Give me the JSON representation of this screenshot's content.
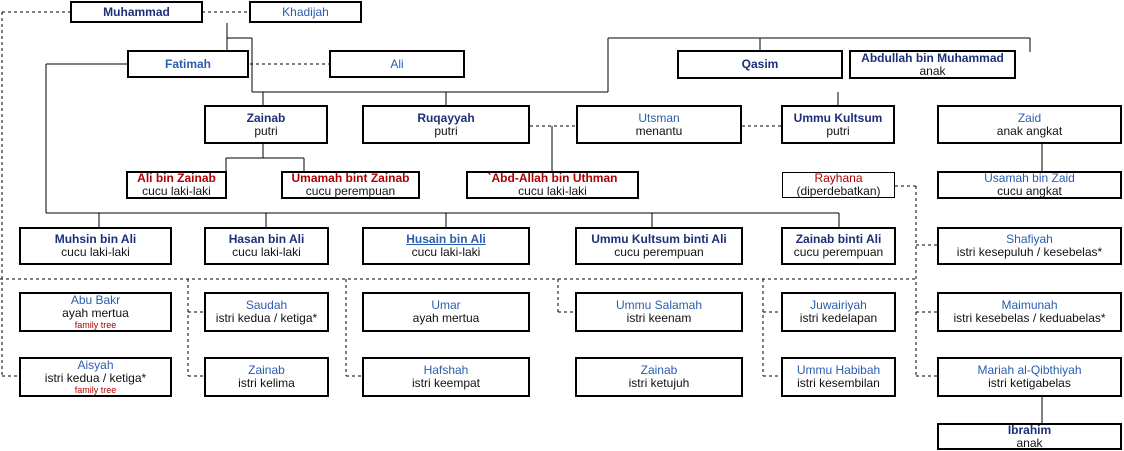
{
  "nodes": {
    "muhammad": {
      "name": "Muhammad"
    },
    "khadijah": {
      "name": "Khadijah"
    },
    "fatimah": {
      "name": "Fatimah"
    },
    "ali": {
      "name": "Ali"
    },
    "qasim": {
      "name": "Qasim"
    },
    "abdullah": {
      "name": "Abdullah bin Muhammad",
      "role": "anak"
    },
    "zainab": {
      "name": "Zainab",
      "role": "putri"
    },
    "ruqayyah": {
      "name": "Ruqayyah",
      "role": "putri"
    },
    "utsman": {
      "name": "Utsman",
      "role": "menantu"
    },
    "ummu_kultsum": {
      "name": "Ummu Kultsum",
      "role": "putri"
    },
    "zaid": {
      "name": "Zaid",
      "role": "anak angkat"
    },
    "ali_bin_zainab": {
      "name": "Ali bin Zainab",
      "role": "cucu laki-laki"
    },
    "umamah": {
      "name": "Umamah bint Zainab",
      "role": "cucu perempuan"
    },
    "abd_allah_uthman": {
      "name": "`Abd-Allah bin Uthman",
      "role": "cucu laki-laki"
    },
    "rayhana": {
      "name": "Rayhana",
      "role": "(diperdebatkan)"
    },
    "usamah": {
      "name": "Usamah bin Zaid",
      "role": "cucu angkat"
    },
    "muhsin": {
      "name": "Muhsin bin Ali",
      "role": "cucu laki-laki"
    },
    "hasan": {
      "name": "Hasan bin Ali",
      "role": "cucu laki-laki"
    },
    "husain": {
      "name": "Husain bin Ali",
      "role": "cucu laki-laki"
    },
    "ummu_kultsum_ali": {
      "name": "Ummu Kultsum binti Ali",
      "role": "cucu perempuan"
    },
    "zainab_ali": {
      "name": "Zainab binti Ali",
      "role": "cucu perempuan"
    },
    "shafiyah": {
      "name": "Shafiyah",
      "role": "istri kesepuluh / kesebelas*"
    },
    "abu_bakr": {
      "name": "Abu Bakr",
      "role": "ayah mertua",
      "link": "family tree"
    },
    "saudah": {
      "name": "Saudah",
      "role": "istri kedua / ketiga*"
    },
    "umar": {
      "name": "Umar",
      "role": "ayah mertua"
    },
    "ummu_salamah": {
      "name": "Ummu Salamah",
      "role": "istri keenam"
    },
    "juwairiyah": {
      "name": "Juwairiyah",
      "role": "istri kedelapan"
    },
    "maimunah": {
      "name": "Maimunah",
      "role": "istri kesebelas / keduabelas*"
    },
    "aisyah": {
      "name": "Aisyah",
      "role": "istri kedua / ketiga*",
      "link": "family tree"
    },
    "zainab_wife": {
      "name": "Zainab",
      "role": "istri kelima"
    },
    "hafshah": {
      "name": "Hafshah",
      "role": "istri keempat"
    },
    "zainab_7": {
      "name": "Zainab",
      "role": "istri ketujuh"
    },
    "ummu_habibah": {
      "name": "Ummu Habibah",
      "role": "istri kesembilan"
    },
    "mariah": {
      "name": "Mariah al-Qibthiyah",
      "role": "istri ketigabelas"
    },
    "ibrahim": {
      "name": "Ibrahim",
      "role": "anak"
    }
  }
}
